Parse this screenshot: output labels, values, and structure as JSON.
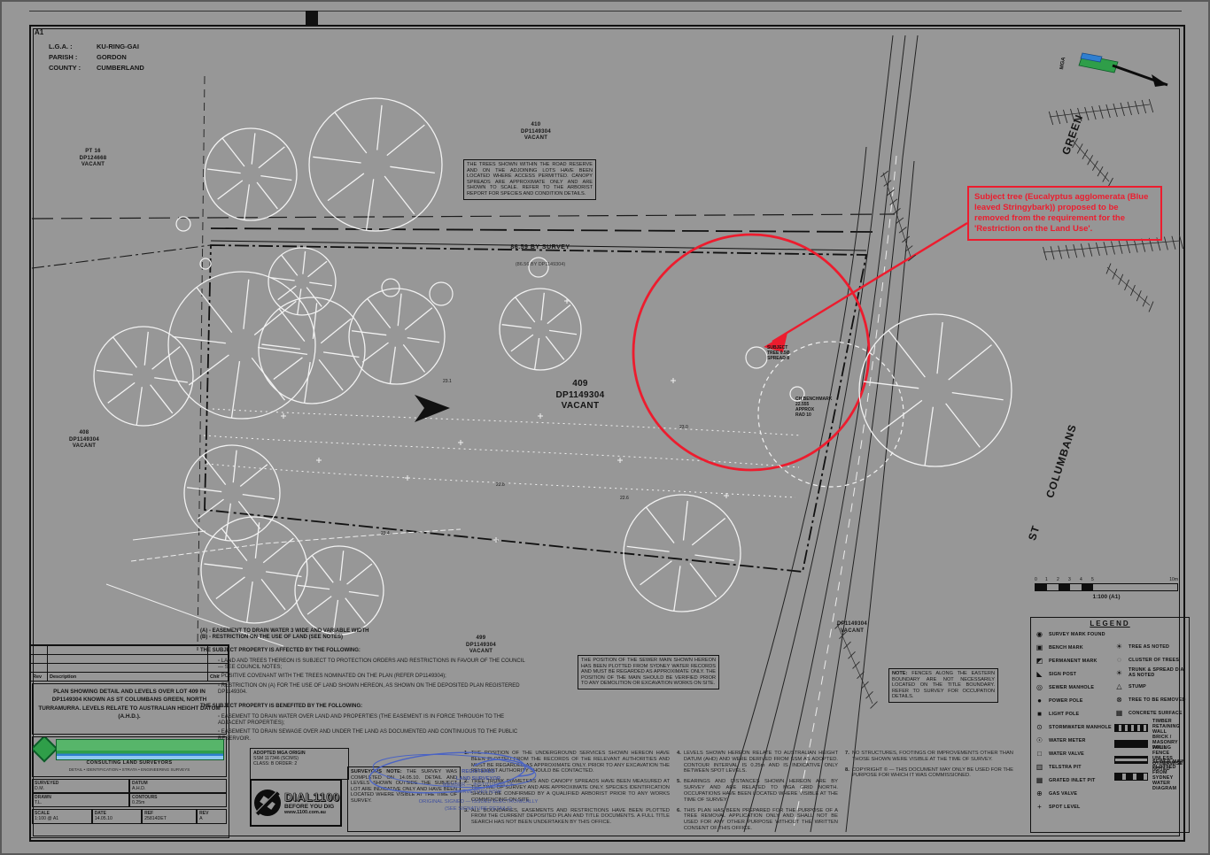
{
  "sheet": {
    "size_label": "A1"
  },
  "corner": {
    "rows": [
      {
        "label": "L.G.A. :",
        "value": "KU-RING-GAI"
      },
      {
        "label": "PARISH :",
        "value": "GORDON"
      },
      {
        "label": "COUNTY :",
        "value": "CUMBERLAND"
      }
    ]
  },
  "ann": {
    "text": "Subject tree (Eucalyptus agglomerata (Blue leaved Stringybark)) proposed to be removed from the requirement for the 'Restriction on the Land Use'."
  },
  "lots": {
    "center": {
      "l1": "409",
      "l2": "DP1149304",
      "l3": "VACANT"
    },
    "north": {
      "l1": "410",
      "l2": "DP1149304",
      "l3": "VACANT"
    },
    "south": {
      "l1": "499",
      "l2": "DP1149304",
      "l3": "VACANT"
    },
    "west": {
      "l1": "408",
      "l2": "DP1149304",
      "l3": "VACANT"
    },
    "nw": {
      "l1": "PT 16",
      "l2": "DP124668",
      "l3": "VACANT"
    },
    "se": {
      "l1": "DP1149304",
      "l2": "VACANT"
    }
  },
  "dim": {
    "top": "86.59 BY SURVEY",
    "sub": "(86.56 BY DP1149304)"
  },
  "streets": {
    "s1": "ST",
    "s2": "COLUMBANS",
    "s3": "GREEN"
  },
  "mga": {
    "label": "MGA"
  },
  "bm": {
    "l1": "CH BENCHMARK",
    "l2": "22.555",
    "l3": "APPROX",
    "l4": "RAD 10"
  },
  "subject": {
    "l1": "SUBJECT",
    "l2": "TREE 0.5Ø",
    "l3": "SPREAD 8"
  },
  "spots": [
    "23.1",
    "22.8",
    "23.4",
    "22.6",
    "23.0"
  ],
  "noteTop": {
    "text": "THE TREES SHOWN WITHIN THE ROAD RESERVE AND ON THE ADJOINING LOTS HAVE BEEN LOCATED WHERE ACCESS PERMITTED. CANOPY SPREADS ARE APPROXIMATE ONLY AND ARE SHOWN TO SCALE. REFER TO THE ARBORIST REPORT FOR SPECIES AND CONDITION DETAILS."
  },
  "noteMid": {
    "text": "THE POSITION OF THE SEWER MAIN SHOWN HEREON HAS BEEN PLOTTED FROM SYDNEY WATER RECORDS AND MUST BE REGARDED AS APPROXIMATE ONLY. THE POSITION OF THE MAIN SHOULD BE VERIFIED PRIOR TO ANY DEMOLITION OR EXCAVATION WORKS ON SITE."
  },
  "noteRight": {
    "title": "NOTE:",
    "text": "FENCES ALONG THE EASTERN BOUNDARY ARE NOT NECESSARILY LOCATED ON THE TITLE BOUNDARY. REFER TO SURVEY FOR OCCUPATION DETAILS."
  },
  "noteSmall": {
    "title": "SURVEYORS NOTE:",
    "text": "THE SURVEY WAS COMPLETED ON 14.05.10. DETAIL AND LEVELS SHOWN OUTSIDE THE SUBJECT LOT ARE INDICATIVE ONLY AND HAVE BEEN LOCATED WHERE VISIBLE AT THE TIME OF SURVEY."
  },
  "restr": {
    "a": "(A) - EASEMENT TO DRAIN WATER 3 WIDE AND VARIABLE WIDTH",
    "b": "(B) - RESTRICTION ON THE USE OF LAND (SEE NOTES)",
    "affHead": "THE SUBJECT PROPERTY IS AFFECTED BY THE FOLLOWING:",
    "aff": [
      "▫  LAND AND TREES THEREON IS SUBJECT TO PROTECTION ORDERS AND RESTRICTIONS IN FAVOUR OF THE COUNCIL — SEE COUNCIL NOTES;",
      "▫  POSITIVE COVENANT WITH THE TREES NOMINATED ON THE PLAN (REFER DP1149304);",
      "▫  RESTRICTION ON (A) FOR THE USE OF LAND SHOWN HEREON, AS SHOWN ON THE DEPOSITED PLAN REGISTERED DP1149304."
    ],
    "benHead": "THE SUBJECT PROPERTY IS BENEFITED BY THE FOLLOWING:",
    "ben": [
      "▫  EASEMENT TO DRAIN WATER OVER LAND AND PROPERTIES (THE EASEMENT IS IN FORCE THROUGH TO THE ADJACENT PROPERTIES);",
      "▫  EASEMENT TO DRAIN SEWAGE OVER AND UNDER THE LAND AS DOCUMENTED AND CONTINUOUS TO THE PUBLIC RESERVOIR."
    ]
  },
  "nn": {
    "c1": [
      {
        "n": "1.",
        "t": "THE POSITION OF THE UNDERGROUND SERVICES SHOWN HEREON HAVE BEEN PLOTTED FROM THE RECORDS OF THE RELEVANT AUTHORITIES AND MUST BE REGARDED AS APPROXIMATE ONLY. PRIOR TO ANY EXCAVATION THE RELEVANT AUTHORITY SHOULD BE CONTACTED."
      },
      {
        "n": "2.",
        "t": "TREE TRUNK DIAMETERS AND CANOPY SPREADS HAVE BEEN MEASURED AT THE TIME OF SURVEY AND ARE APPROXIMATE ONLY. SPECIES IDENTIFICATION SHOULD BE CONFIRMED BY A QUALIFIED ARBORIST PRIOR TO ANY WORKS COMMENCING ON SITE."
      },
      {
        "n": "3.",
        "t": "ALL BOUNDARIES, EASEMENTS AND RESTRICTIONS HAVE BEEN PLOTTED FROM THE CURRENT DEPOSITED PLAN AND TITLE DOCUMENTS. A FULL TITLE SEARCH HAS NOT BEEN UNDERTAKEN BY THIS OFFICE."
      }
    ],
    "c2": [
      {
        "n": "4.",
        "t": "LEVELS SHOWN HEREON RELATE TO AUSTRALIAN HEIGHT DATUM (AHD) AND WERE DERIVED FROM SSM AS ADOPTED. CONTOUR INTERVAL IS 0.25m AND IS INDICATIVE ONLY BETWEEN SPOT LEVELS."
      },
      {
        "n": "5.",
        "t": "BEARINGS AND DISTANCES SHOWN HEREON ARE BY SURVEY AND ARE RELATED TO MGA GRID NORTH. OCCUPATIONS HAVE BEEN LOCATED WHERE VISIBLE AT THE TIME OF SURVEY."
      },
      {
        "n": "6.",
        "t": "THIS PLAN HAS BEEN PREPARED FOR THE PURPOSE OF A TREE REMOVAL APPLICATION ONLY AND SHALL NOT BE USED FOR ANY OTHER PURPOSE WITHOUT THE WRITTEN CONSENT OF THIS OFFICE."
      }
    ],
    "c3": [
      {
        "n": "7.",
        "t": "NO STRUCTURES, FOOTINGS OR IMPROVEMENTS OTHER THAN THOSE SHOWN WERE VISIBLE AT THE TIME OF SURVEY."
      },
      {
        "n": "8.",
        "t": "COPYRIGHT © — THIS DOCUMENT MAY ONLY BE USED FOR THE PURPOSE FOR WHICH IT WAS COMMISSIONED."
      }
    ]
  },
  "mgaBox": {
    "l1": "ADOPTED MGA ORIGIN",
    "l2": "SSM 117346 (SCIMS)",
    "l3": "CLASS: B   ORDER: 2"
  },
  "dial": {
    "l1": "DIAL1100",
    "l2": "BEFORE YOU DIG",
    "l3": "www.1100.com.au"
  },
  "scale": {
    "t0": "0",
    "t1": "1",
    "t2": "2",
    "t3": "3",
    "t4": "4",
    "t5": "5",
    "end": "10m",
    "ratio": "1:100 (A1)"
  },
  "legend": {
    "title": "LEGEND",
    "left": [
      {
        "glyph": "◉",
        "label": "SURVEY MARK FOUND"
      },
      {
        "glyph": "▣",
        "label": "BENCH MARK"
      },
      {
        "glyph": "◩",
        "label": "PERMANENT MARK"
      },
      {
        "glyph": "◣",
        "label": "SIGN POST"
      },
      {
        "glyph": "◎",
        "label": "SEWER MANHOLE"
      },
      {
        "glyph": "●",
        "label": "POWER POLE"
      },
      {
        "glyph": "■",
        "label": "LIGHT POLE"
      },
      {
        "glyph": "⊙",
        "label": "STORMWATER MANHOLE"
      },
      {
        "glyph": "☉",
        "label": "WATER METER"
      },
      {
        "glyph": "□",
        "label": "WATER VALVE"
      },
      {
        "glyph": "▥",
        "label": "TELSTRA PIT"
      },
      {
        "glyph": "▦",
        "label": "GRATED INLET PIT"
      },
      {
        "glyph": "⊕",
        "label": "GAS VALVE"
      },
      {
        "glyph": "+",
        "label": "SPOT LEVEL"
      }
    ],
    "right": [
      {
        "glyph": "☀",
        "label": "TREE AS NOTED"
      },
      {
        "glyph": "◌",
        "label": "CLUSTER OF TREES"
      },
      {
        "glyph": "☀",
        "label": "TRUNK & SPREAD DIA. AS NOTED"
      },
      {
        "glyph": "△",
        "label": "STUMP"
      },
      {
        "glyph": "⊗",
        "label": "TREE TO BE REMOVED"
      },
      {
        "glyph": "▦",
        "label": "CONCRETE SURFACE"
      }
    ],
    "bars": [
      {
        "label": "TIMBER RETAINING WALL"
      },
      {
        "label": "BRICK / MASONRY WALL"
      },
      {
        "label": "PALING FENCE UNLESS OTHERWISE NOTED"
      },
      {
        "label": "SEWER MAIN PLOTTED FROM SYDNEY WATER DIAGRAM"
      }
    ]
  },
  "tb": {
    "revHead": {
      "rev": "Rev",
      "desc": "Description",
      "chk": "Chk"
    },
    "statement": "PLAN SHOWING DETAIL AND LEVELS OVER LOT 409 IN DP1149304 KNOWN AS ST COLUMBANS GREEN, NORTH TURRAMURRA. LEVELS RELATE TO AUSTRALIAN HEIGHT DATUM (A.H.D.).",
    "logoTag": "CONSULTING LAND SURVEYORS",
    "logoSub": "DETAIL • IDENTIFICATION • STRATA • ENGINEERING SURVEYS",
    "f": [
      {
        "label": "SURVEYED",
        "value": "D.M."
      },
      {
        "label": "DATUM",
        "value": "A.H.D."
      },
      {
        "label": "DRAWN",
        "value": "T.L."
      },
      {
        "label": "CONTOURS",
        "value": "0.25m"
      }
    ],
    "b": [
      {
        "label": "SCALE",
        "value": "1:100 @ A1"
      },
      {
        "label": "DATE",
        "value": "14.05.10"
      },
      {
        "label": "REF",
        "value": "25814DET"
      },
      {
        "label": "REV",
        "value": "A"
      }
    ]
  },
  "stamp": {
    "l1": "REGISTERED",
    "l2": "LAND SURVEYOR",
    "l3": "MEMBER — INSTITUTION OF",
    "l4": "SURVEYORS NSW",
    "c1": "ORIGINAL SIGNED — ISSUED ELECTRONICALLY",
    "c2": "(SEE SIGNATURE DETAILS)"
  }
}
